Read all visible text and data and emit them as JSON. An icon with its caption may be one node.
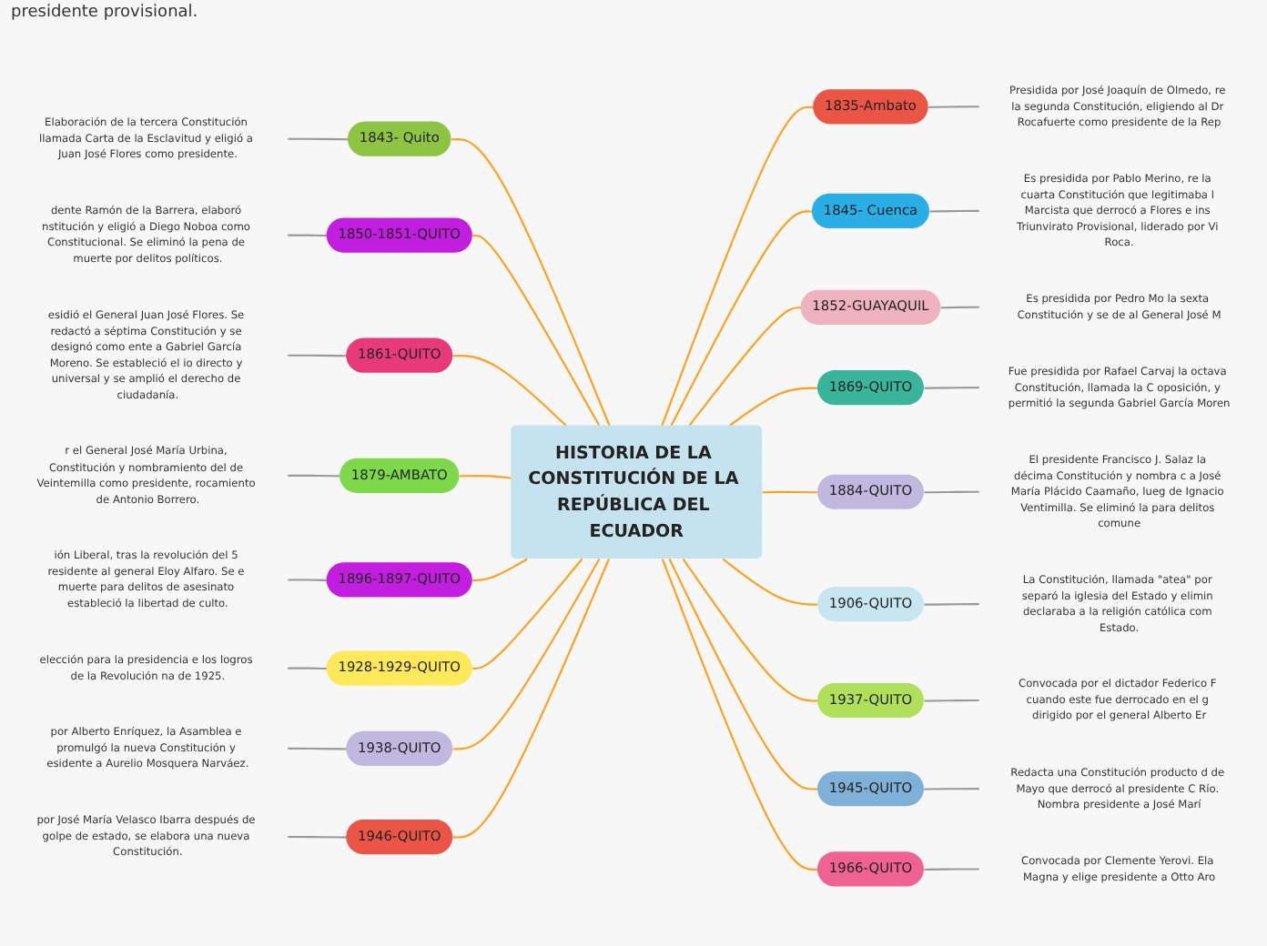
{
  "diagram": {
    "nodes": [
      {
        "text": [
          "HISTORIA DE LA CONSTITUCIÓN DE LA REPÚBLICA DEL ECUADOR"
        ]
      },
      {
        "text": [
          "Elaboración de la tercera Constitución llamada Carta de la Esclavitud y eligió a Juan José Flores como presidente."
        ]
      },
      {
        "text": [
          "1843- Quito"
        ]
      },
      {
        "text": [
          "dente Ramón de la Barrera, elaboró nstitución y eligió a Diego Noboa como Constitucional. Se eliminó la pena de muerte por delitos políticos."
        ]
      },
      {
        "text": [
          "1850-1851-QUITO"
        ]
      },
      {
        "text": [
          "esidió el General Juan José Flores. Se redactó a séptima Constitución y se designó como ente a Gabriel García Moreno. Se estableció el io directo y universal y se amplió el derecho de ciudadanía."
        ]
      },
      {
        "text": [
          "1861-QUITO"
        ]
      },
      {
        "text": [
          "r el General José María Urbina, Constitución y nombramiento del de Veintemilla como presidente, rocamiento de Antonio Borrero."
        ]
      },
      {
        "text": [
          "1879-AMBATO"
        ]
      },
      {
        "text": [
          "ión Liberal, tras la revolución del 5 residente al general Eloy Alfaro. Se e muerte para delitos de asesinato estableció la libertad de culto."
        ]
      },
      {
        "text": [
          "1896-1897-QUITO"
        ]
      },
      {
        "text": [
          "elección para la presidencia e los logros de la Revolución na de 1925."
        ]
      },
      {
        "text": [
          "1928-1929-QUITO"
        ]
      },
      {
        "text": [
          "por Alberto Enríquez, la Asamblea e promulgó la nueva Constitución y esidente a Aurelio Mosquera Narváez."
        ]
      },
      {
        "text": [
          "1938-QUITO"
        ]
      },
      {
        "text": [
          "por José María Velasco Ibarra después de golpe de estado, se elabora una nueva Constitución."
        ]
      },
      {
        "text": [
          "1946-QUITO"
        ]
      },
      {
        "text": [
          "1835-Ambato"
        ]
      },
      {
        "text": [
          "Presidida por José Joaquín de Olmedo, re la segunda Constitución, eligiendo al Dr Rocafuerte como presidente de la Rep"
        ]
      },
      {
        "text": [
          "1845- Cuenca"
        ]
      },
      {
        "text": [
          "Es presidida por Pablo Merino, re la cuarta Constitución que legitimaba l Marcista que derrocó a Flores e ins Triunvirato Provisional, liderado por Vi Roca."
        ]
      },
      {
        "text": [
          "1852-GUAYAQUIL"
        ]
      },
      {
        "text": [
          "Es presidida por Pedro Mo la sexta Constitución y se de al General José M"
        ]
      },
      {
        "text": [
          "1869-QUITO"
        ]
      },
      {
        "text": [
          "Fue presidida por Rafael Carvaj la octava Constitución, llamada la C oposición, y permitió la segunda Gabriel García Moren"
        ]
      },
      {
        "text": [
          "1884-QUITO"
        ]
      },
      {
        "text": [
          "El presidente Francisco J. Salaz la décima Constitución y nombra c a José María Plácido Caamaño, lueg de Ignacio Ventimilla. Se eliminó la para delitos comune"
        ]
      },
      {
        "text": [
          "1906-QUITO"
        ]
      },
      {
        "text": [
          "La Constitución, llamada \"atea\" por separó la iglesia del Estado y elimin declaraba a la religión católica com Estado."
        ]
      },
      {
        "text": [
          "1937-QUITO"
        ]
      },
      {
        "text": [
          "Convocada por el dictador Federico F cuando este fue derrocado en el g dirigido por el general Alberto Er"
        ]
      },
      {
        "text": [
          "1945-QUITO"
        ]
      },
      {
        "text": [
          "Redacta una Constitución producto d de Mayo que derrocó al presidente C Río. Nombra presidente a José Marí"
        ]
      },
      {
        "text": [
          "1966-QUITO"
        ]
      },
      {
        "text": [
          "Convocada por Clemente Yerovi. Ela Magna y elige presidente a Otto Aro"
        ]
      }
    ],
    "edges": [
      {
        "from": 1,
        "to": 2,
        "arrow": "none",
        "color": "#999999"
      },
      {
        "from": 2,
        "to": 0,
        "arrow": "none",
        "color": "#ff9f1c"
      },
      {
        "from": 3,
        "to": 4,
        "arrow": "none",
        "color": "#999999"
      },
      {
        "from": 4,
        "to": 0,
        "arrow": "none",
        "color": "#ff9f1c"
      },
      {
        "from": 5,
        "to": 6,
        "arrow": "none",
        "color": "#999999"
      },
      {
        "from": 6,
        "to": 0,
        "arrow": "none",
        "color": "#ff9f1c"
      },
      {
        "from": 7,
        "to": 8,
        "arrow": "none",
        "color": "#999999"
      },
      {
        "from": 8,
        "to": 0,
        "arrow": "none",
        "color": "#ff9f1c"
      },
      {
        "from": 9,
        "to": 10,
        "arrow": "none",
        "color": "#999999"
      },
      {
        "from": 10,
        "to": 0,
        "arrow": "none",
        "color": "#ff9f1c"
      },
      {
        "from": 11,
        "to": 12,
        "arrow": "none",
        "color": "#999999"
      },
      {
        "from": 12,
        "to": 0,
        "arrow": "none",
        "color": "#ff9f1c"
      },
      {
        "from": 13,
        "to": 14,
        "arrow": "none",
        "color": "#999999"
      },
      {
        "from": 14,
        "to": 0,
        "arrow": "none",
        "color": "#ff9f1c"
      },
      {
        "from": 15,
        "to": 16,
        "arrow": "none",
        "color": "#999999"
      },
      {
        "from": 16,
        "to": 0,
        "arrow": "none",
        "color": "#ff9f1c"
      },
      {
        "from": 0,
        "to": 17,
        "arrow": "none",
        "color": "#ff9f1c"
      },
      {
        "from": 17,
        "to": 18,
        "arrow": "none",
        "color": "#999999"
      },
      {
        "from": 0,
        "to": 19,
        "arrow": "none",
        "color": "#ff9f1c"
      },
      {
        "from": 19,
        "to": 20,
        "arrow": "none",
        "color": "#999999"
      },
      {
        "from": 0,
        "to": 21,
        "arrow": "none",
        "color": "#ff9f1c"
      },
      {
        "from": 21,
        "to": 22,
        "arrow": "none",
        "color": "#999999"
      },
      {
        "from": 0,
        "to": 23,
        "arrow": "none",
        "color": "#ff9f1c"
      },
      {
        "from": 23,
        "to": 24,
        "arrow": "none",
        "color": "#999999"
      },
      {
        "from": 0,
        "to": 25,
        "arrow": "none",
        "color": "#ff9f1c"
      },
      {
        "from": 25,
        "to": 26,
        "arrow": "none",
        "color": "#999999"
      },
      {
        "from": 0,
        "to": 27,
        "arrow": "none",
        "color": "#ff9f1c"
      },
      {
        "from": 27,
        "to": 28,
        "arrow": "none",
        "color": "#999999"
      },
      {
        "from": 0,
        "to": 29,
        "arrow": "none",
        "color": "#ff9f1c"
      },
      {
        "from": 29,
        "to": 30,
        "arrow": "none",
        "color": "#999999"
      },
      {
        "from": 0,
        "to": 31,
        "arrow": "none",
        "color": "#ff9f1c"
      },
      {
        "from": 31,
        "to": 32,
        "arrow": "none",
        "color": "#999999"
      },
      {
        "from": 0,
        "to": 33,
        "arrow": "none",
        "color": "#ff9f1c"
      },
      {
        "from": 33,
        "to": 34,
        "arrow": "none",
        "color": "#999999"
      }
    ],
    "labels": [
      "presidente provisional."
    ]
  }
}
